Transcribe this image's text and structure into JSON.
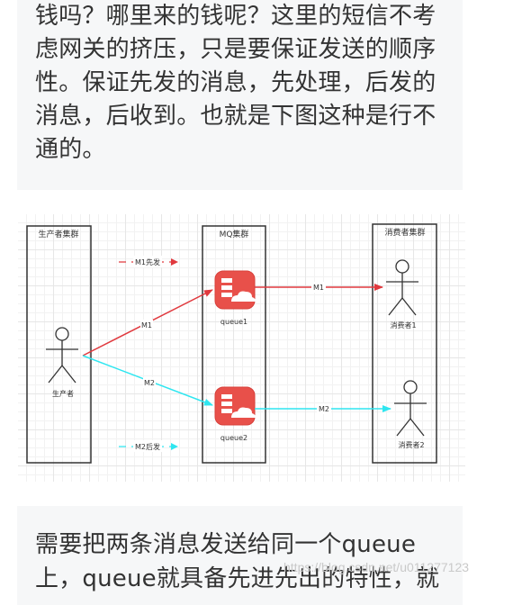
{
  "article": {
    "paragraph_top": [
      "钱吗？哪里来的钱呢？这里的短信不考",
      "虑网关的挤压，只是要保证发送的顺序",
      "性。保证先发的消息，先处理，后发的",
      "消息，后收到。也就是下图这种是行不",
      "通的。"
    ],
    "paragraph_bottom": [
      "需要把两条消息发送给同一个queue",
      "上，queue就具备先进先出的特性，就"
    ]
  },
  "diagram": {
    "producer_cluster_label": "生产者集群",
    "producer_label": "生产者",
    "mq_cluster_label": "MQ集群",
    "consumer_cluster_label": "消费者集群",
    "queue1_label": "queue1",
    "queue2_label": "queue2",
    "consumer1_label": "消费者1",
    "consumer2_label": "消费者2",
    "m1_first_label": "M1先发",
    "m2_later_label": "M2后发",
    "m1_to_queue_label": "M1",
    "m2_to_queue_label": "M2",
    "m1_to_consumer_label": "M1",
    "m2_to_consumer_label": "M2",
    "colors": {
      "m1_arrow": "#e0393e",
      "m2_arrow": "#2ee6f0",
      "queue_icon_fill": "#e8504a",
      "frame_stroke": "#333333"
    }
  },
  "watermark": "https://blog.csdn.net/u011277123"
}
